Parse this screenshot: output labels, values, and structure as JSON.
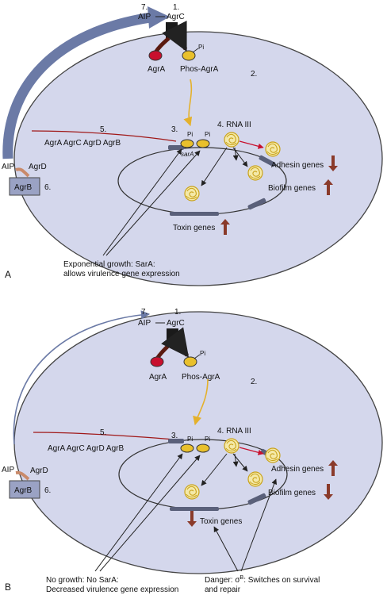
{
  "panel_a": {
    "letter": "A",
    "step7": "7.",
    "aip_top": "AIP",
    "step1": "1.",
    "agrc": "AgrC",
    "pi_top": "Pi",
    "agra": "AgrA",
    "phos_agra": "Phos-AgrA",
    "step2": "2.",
    "step5": "5.",
    "operon": "AgrA AgrC AgrD AgrB",
    "step3": "3.",
    "pi_a": "Pi",
    "pi_b": "Pi",
    "sara": "sarA",
    "step4": "4. RNA III",
    "adhesin": "Adhesin genes",
    "biofilm": "Biofilm genes",
    "toxin": "Toxin genes",
    "aip_left": "AIP",
    "agrd": "AgrD",
    "agrb": "AgrB",
    "step6": "6.",
    "caption_1": "Exponential growth: SarA:",
    "caption_2": "allows virulence gene expression"
  },
  "panel_b": {
    "letter": "B",
    "step7": "7.",
    "aip_top": "AIP",
    "step1": "1.",
    "agrc": "AgrC",
    "pi_top": "Pi",
    "agra": "AgrA",
    "phos_agra": "Phos-AgrA",
    "step2": "2.",
    "step5": "5.",
    "operon": "AgrA AgrC AgrD AgrB",
    "step3": "3.",
    "pi_a": "Pi",
    "pi_b": "Pi",
    "step4": "4. RNA III",
    "adhesin": "Adhesin genes",
    "biofilm": "Biofilm genes",
    "toxin": "Toxin genes",
    "aip_left": "AIP",
    "agrd": "AgrD",
    "agrb": "AgrB",
    "step6": "6.",
    "caption_left_1": "No growth: No SarA:",
    "caption_left_2": "Decreased virulence gene expression",
    "caption_right_1": "Danger: σ",
    "caption_right_sup": "B",
    "caption_right_1b": ": Switches on survival",
    "caption_right_2": "and repair"
  },
  "colors": {
    "cell_fill": "#d4d7ec",
    "cell_stroke": "#444444",
    "big_arrow": "#6b7aa6",
    "agrc_box": "#1a1a1a",
    "agra_red": "#c8102e",
    "phos_yellow": "#e9c02c",
    "yellow_arrow": "#e4b12c",
    "red_line": "#a01818",
    "dna": "#333333",
    "gene_bar": "#5a607a",
    "up_down_arrow": "#8a3a2a",
    "agrb_box": "#9aa2c4"
  },
  "icons": [
    "rna-loop-icon",
    "up-arrow-icon",
    "down-arrow-icon"
  ]
}
